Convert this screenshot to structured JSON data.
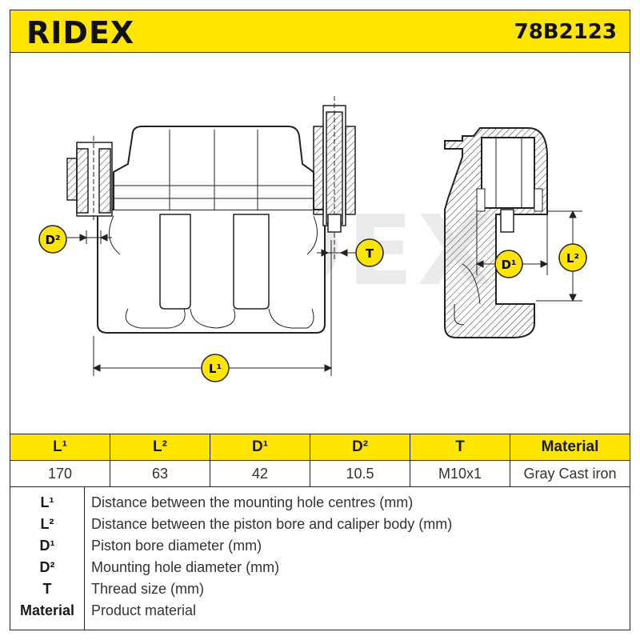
{
  "header": {
    "logo": "RIDEX",
    "part_number": "78B2123"
  },
  "drawing": {
    "watermark": "RIDEX",
    "dimension_labels": {
      "l1": "L¹",
      "l2": "L²",
      "d1": "D¹",
      "d2": "D²",
      "t": "T"
    },
    "colors": {
      "accent": "#ffe600",
      "line": "#222222",
      "watermark": "#ebebeb"
    }
  },
  "spec_table": {
    "headers": [
      "L¹",
      "L²",
      "D¹",
      "D²",
      "T",
      "Material"
    ],
    "values": [
      "170",
      "63",
      "42",
      "10.5",
      "M10x1",
      "Gray Cast iron"
    ]
  },
  "legend": [
    {
      "key": "L¹",
      "text": "Distance between the mounting hole centres (mm)"
    },
    {
      "key": "L²",
      "text": "Distance between the piston bore and caliper body (mm)"
    },
    {
      "key": "D¹",
      "text": "Piston bore diameter (mm)"
    },
    {
      "key": "D²",
      "text": "Mounting hole diameter (mm)"
    },
    {
      "key": "T",
      "text": "Thread size (mm)"
    },
    {
      "key": "Material",
      "text": "Product material"
    }
  ]
}
